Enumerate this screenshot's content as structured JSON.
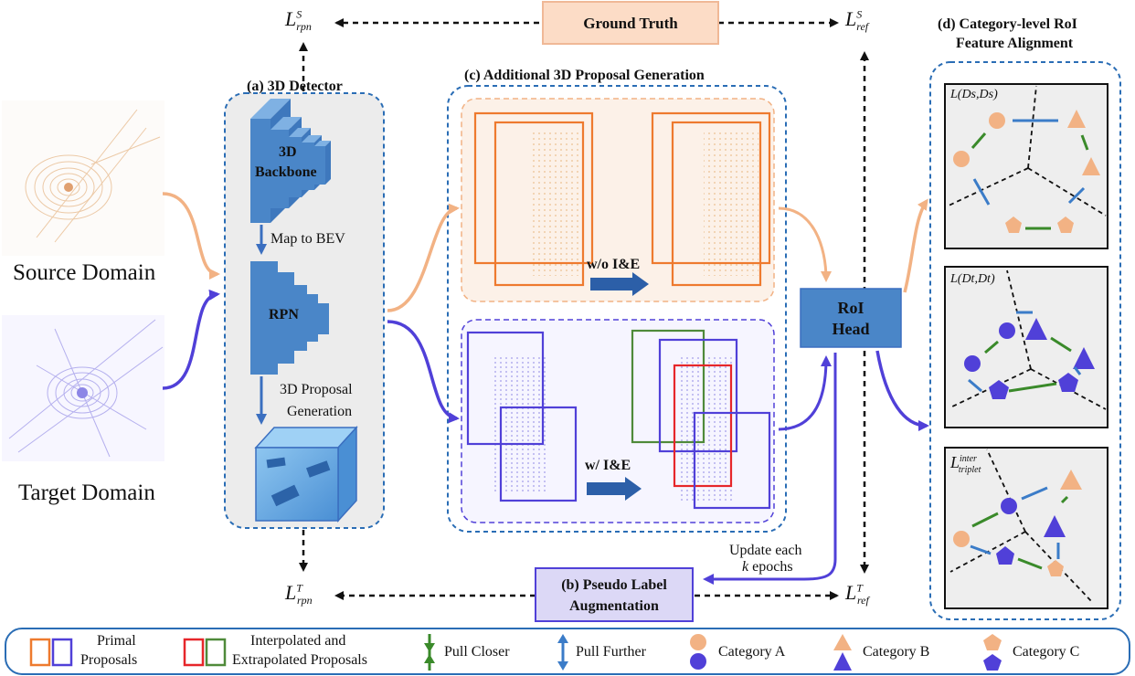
{
  "losses": {
    "rpn_source": "L",
    "rpn_source_sup": "S",
    "rpn_source_sub": "rpn",
    "ref_source": "L",
    "ref_source_sup": "S",
    "ref_source_sub": "ref",
    "rpn_target": "L",
    "rpn_target_sup": "T",
    "rpn_target_sub": "rpn",
    "ref_target": "L",
    "ref_target_sup": "T",
    "ref_target_sub": "ref"
  },
  "ground_truth": "Ground Truth",
  "detector": {
    "title": "(a) 3D  Detector",
    "backbone": "3D Backbone",
    "backbone_line1": "3D",
    "backbone_line2": "Backbone",
    "map_to_bev": "Map to BEV",
    "rpn": "RPN",
    "proposal_gen_line1": "3D Proposal",
    "proposal_gen_line2": "Generation"
  },
  "domains": {
    "source": "Source Domain",
    "target": "Target Domain"
  },
  "proposal_generation": {
    "title": "(c) Additional 3D Proposal Generation",
    "without": "w/o I&E",
    "with": "w/ I&E"
  },
  "roi_head": {
    "line1": "RoI",
    "line2": "Head"
  },
  "pseudo_label": {
    "line1": "(b) Pseudo Label",
    "line2": "Augmentation",
    "update_line1": "Update each",
    "update_k": "k",
    "update_line2": "epochs"
  },
  "alignment": {
    "title_line1": "(d) Category-level RoI",
    "title_line2": "Feature Alignment",
    "panel1_label": "L(Ds,Ds)",
    "panel2_label": "L(Dt,Dt)",
    "panel3_label": "L",
    "panel3_sup": "inter",
    "panel3_sub": "triplet"
  },
  "legend": {
    "primal_line1": "Primal",
    "primal_line2": "Proposals",
    "interp_line1": "Interpolated and",
    "interp_line2": "Extrapolated Proposals",
    "pull_closer": "Pull Closer",
    "pull_further": "Pull Further",
    "category_a": "Category A",
    "category_b": "Category B",
    "category_c": "Category C"
  },
  "colors": {
    "source": "#f2b284",
    "target": "#5040d8",
    "blue_block": "#4a86c8",
    "dashed_border": "#2a6db5",
    "ground_truth_fill": "#fcdcc6",
    "pseudo_fill": "#dcd8f6",
    "orange_box": "#ee7a2e",
    "green_box": "#4f8a3a",
    "red_box": "#e6262a",
    "pull_closer": "#3a8a2a",
    "pull_further": "#3b7cc8"
  }
}
